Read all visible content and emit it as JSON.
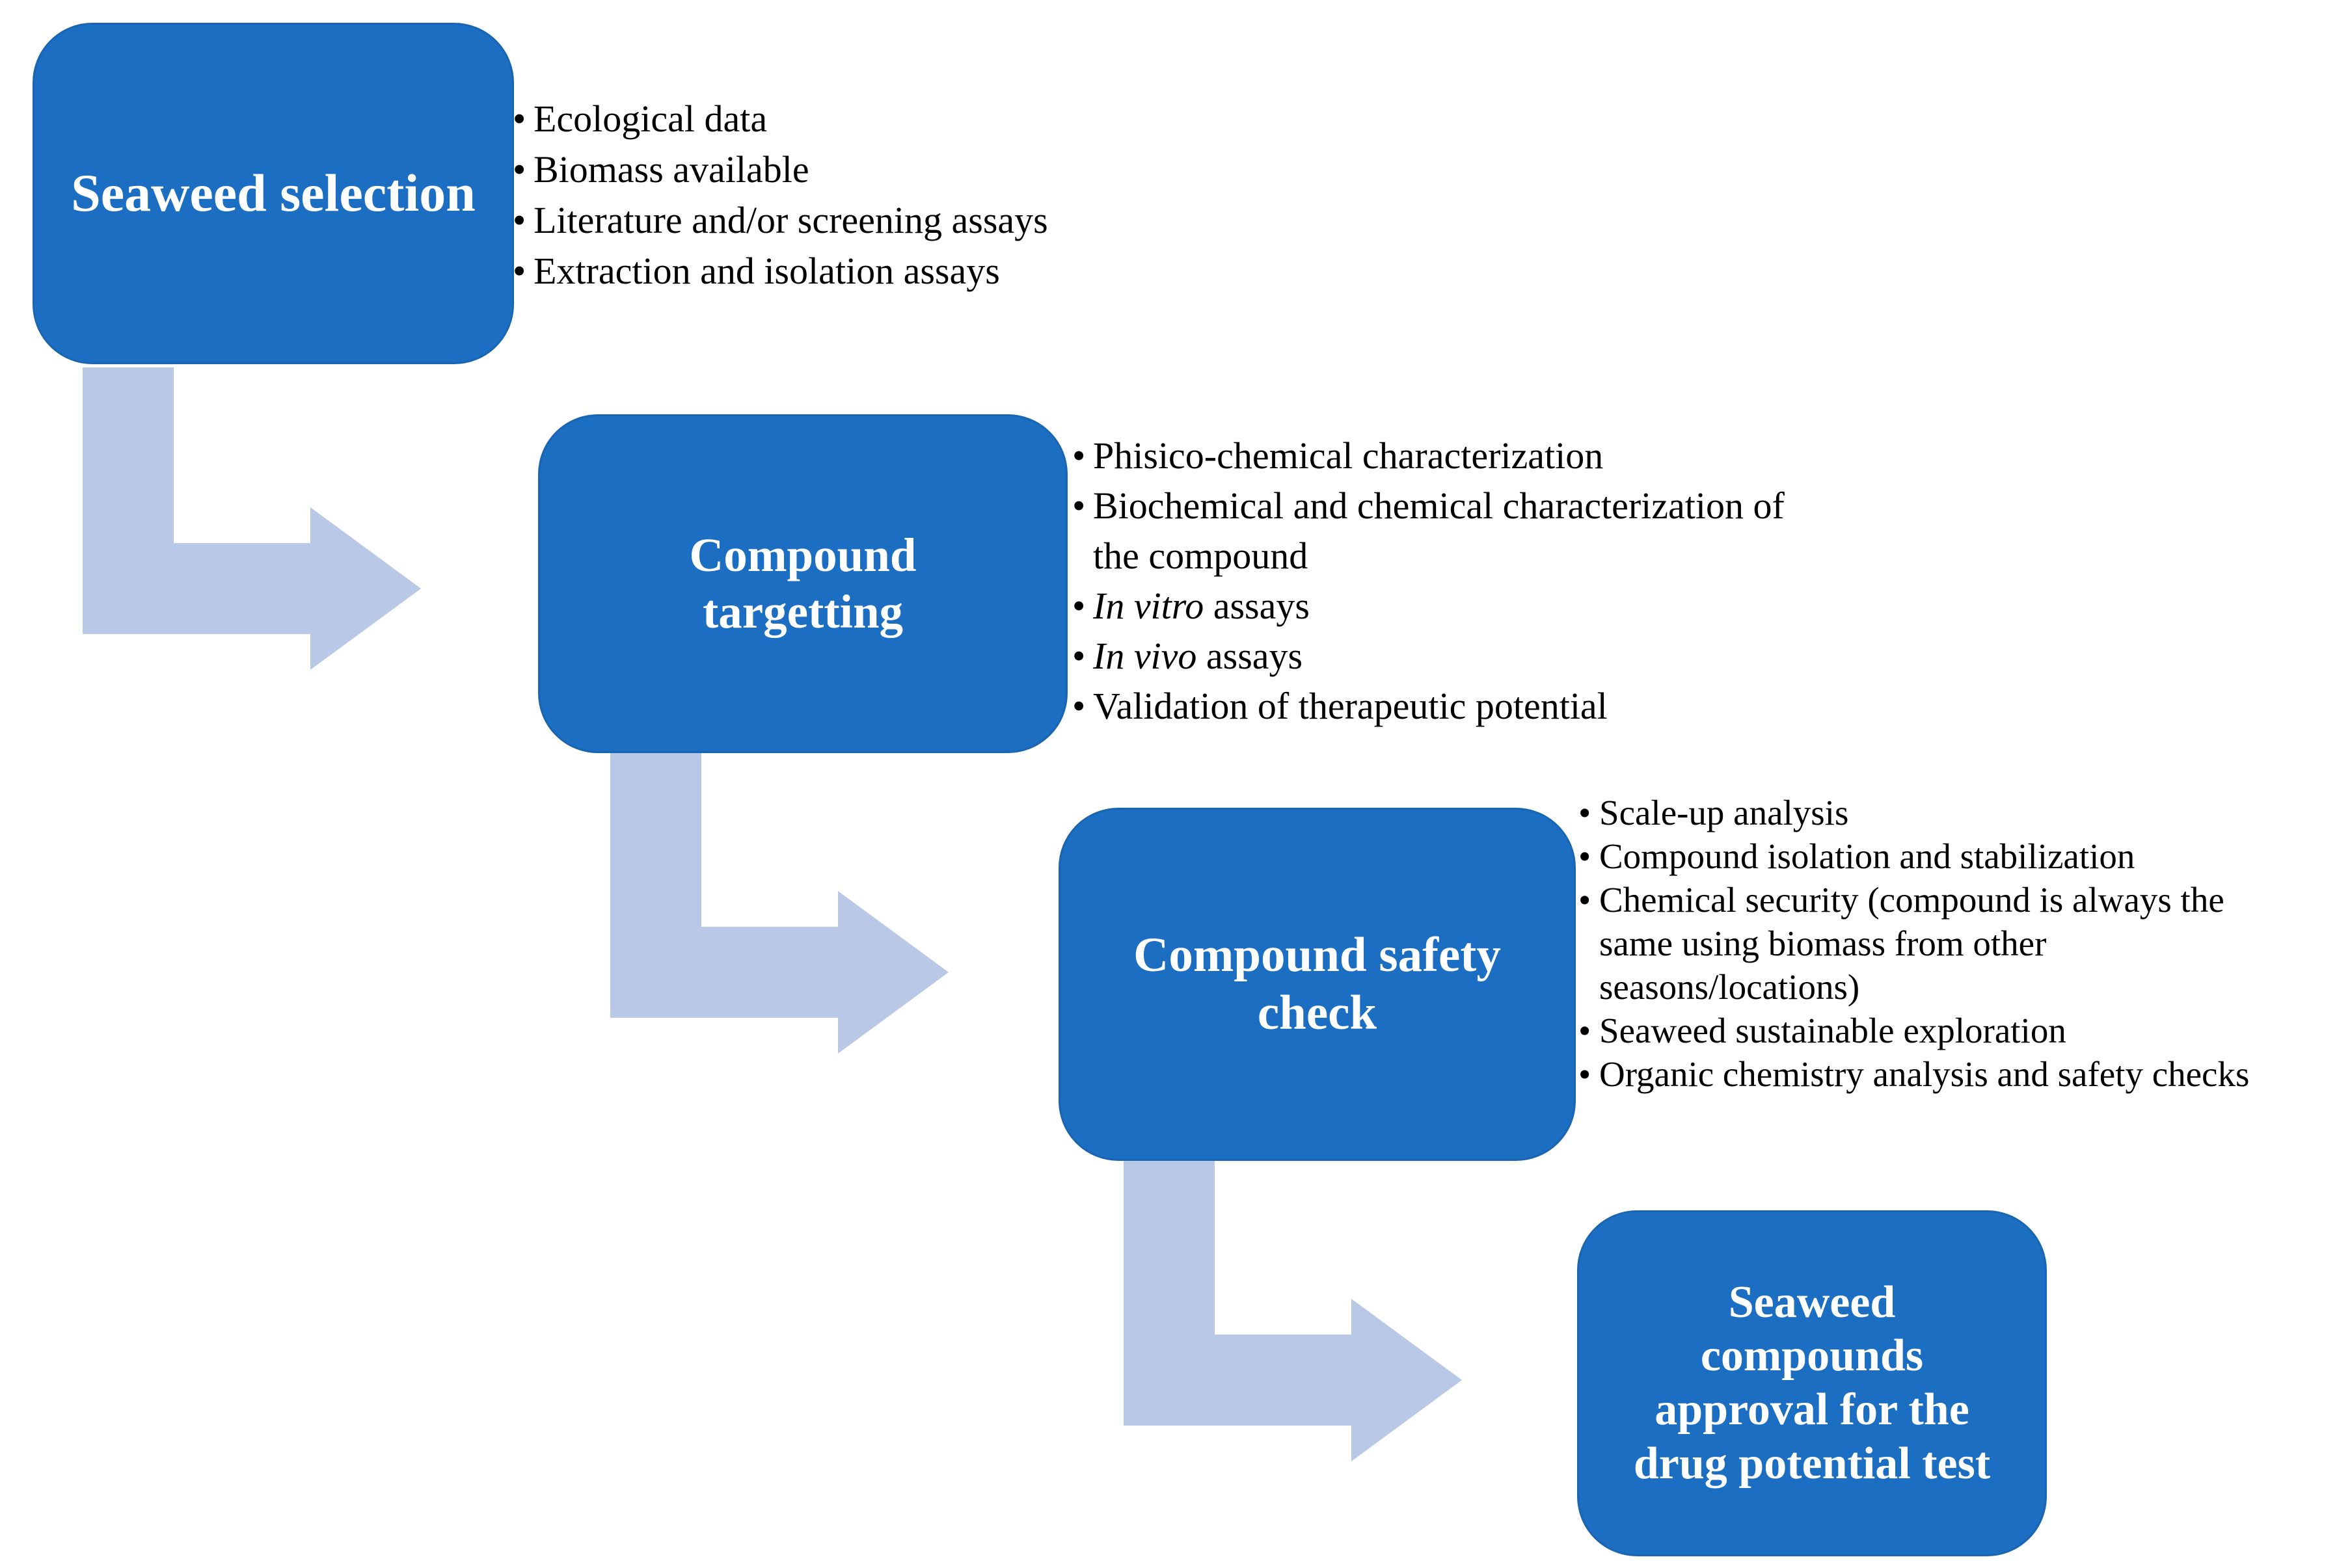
{
  "diagram": {
    "colors": {
      "box_fill": "#1c6ec2",
      "box_edge": "#1a65b2",
      "box_text": "#ffffff",
      "arrow_fill": "#bac8e8",
      "bullet_text": "#000000",
      "background": "#ffffff"
    },
    "boxes": [
      {
        "title": "Seaweed selection"
      },
      {
        "title": "Compound\ntargetting"
      },
      {
        "title": "Compound safety\ncheck"
      },
      {
        "title": "Seaweed\ncompounds\napproval for the\ndrug potential test"
      }
    ],
    "lists": [
      {
        "items": [
          {
            "lines": [
              [
                {
                  "t": "Ecological data"
                }
              ]
            ]
          },
          {
            "lines": [
              [
                {
                  "t": "Biomass available"
                }
              ]
            ]
          },
          {
            "lines": [
              [
                {
                  "t": "Literature and/or screening assays"
                }
              ]
            ]
          },
          {
            "lines": [
              [
                {
                  "t": "Extraction and isolation assays"
                }
              ]
            ]
          }
        ]
      },
      {
        "items": [
          {
            "lines": [
              [
                {
                  "t": "Phisico-chemical characterization"
                }
              ]
            ]
          },
          {
            "lines": [
              [
                {
                  "t": "Biochemical and chemical characterization of"
                }
              ],
              [
                {
                  "t": "the compound"
                }
              ]
            ]
          },
          {
            "lines": [
              [
                {
                  "t": "In vitro",
                  "i": true
                },
                {
                  "t": " assays"
                }
              ]
            ]
          },
          {
            "lines": [
              [
                {
                  "t": "In vivo",
                  "i": true
                },
                {
                  "t": " assays"
                }
              ]
            ]
          },
          {
            "lines": [
              [
                {
                  "t": "Validation of therapeutic potential"
                }
              ]
            ]
          }
        ]
      },
      {
        "items": [
          {
            "lines": [
              [
                {
                  "t": "Scale-up analysis"
                }
              ]
            ]
          },
          {
            "lines": [
              [
                {
                  "t": "Compound isolation and stabilization"
                }
              ]
            ]
          },
          {
            "lines": [
              [
                {
                  "t": "Chemical security (compound is always the"
                }
              ],
              [
                {
                  "t": "same using biomass from other"
                }
              ],
              [
                {
                  "t": "seasons/locations)"
                }
              ]
            ]
          },
          {
            "lines": [
              [
                {
                  "t": "Seaweed sustainable exploration"
                }
              ]
            ]
          },
          {
            "lines": [
              [
                {
                  "t": "Organic chemistry analysis and safety checks"
                }
              ]
            ]
          }
        ]
      }
    ]
  }
}
